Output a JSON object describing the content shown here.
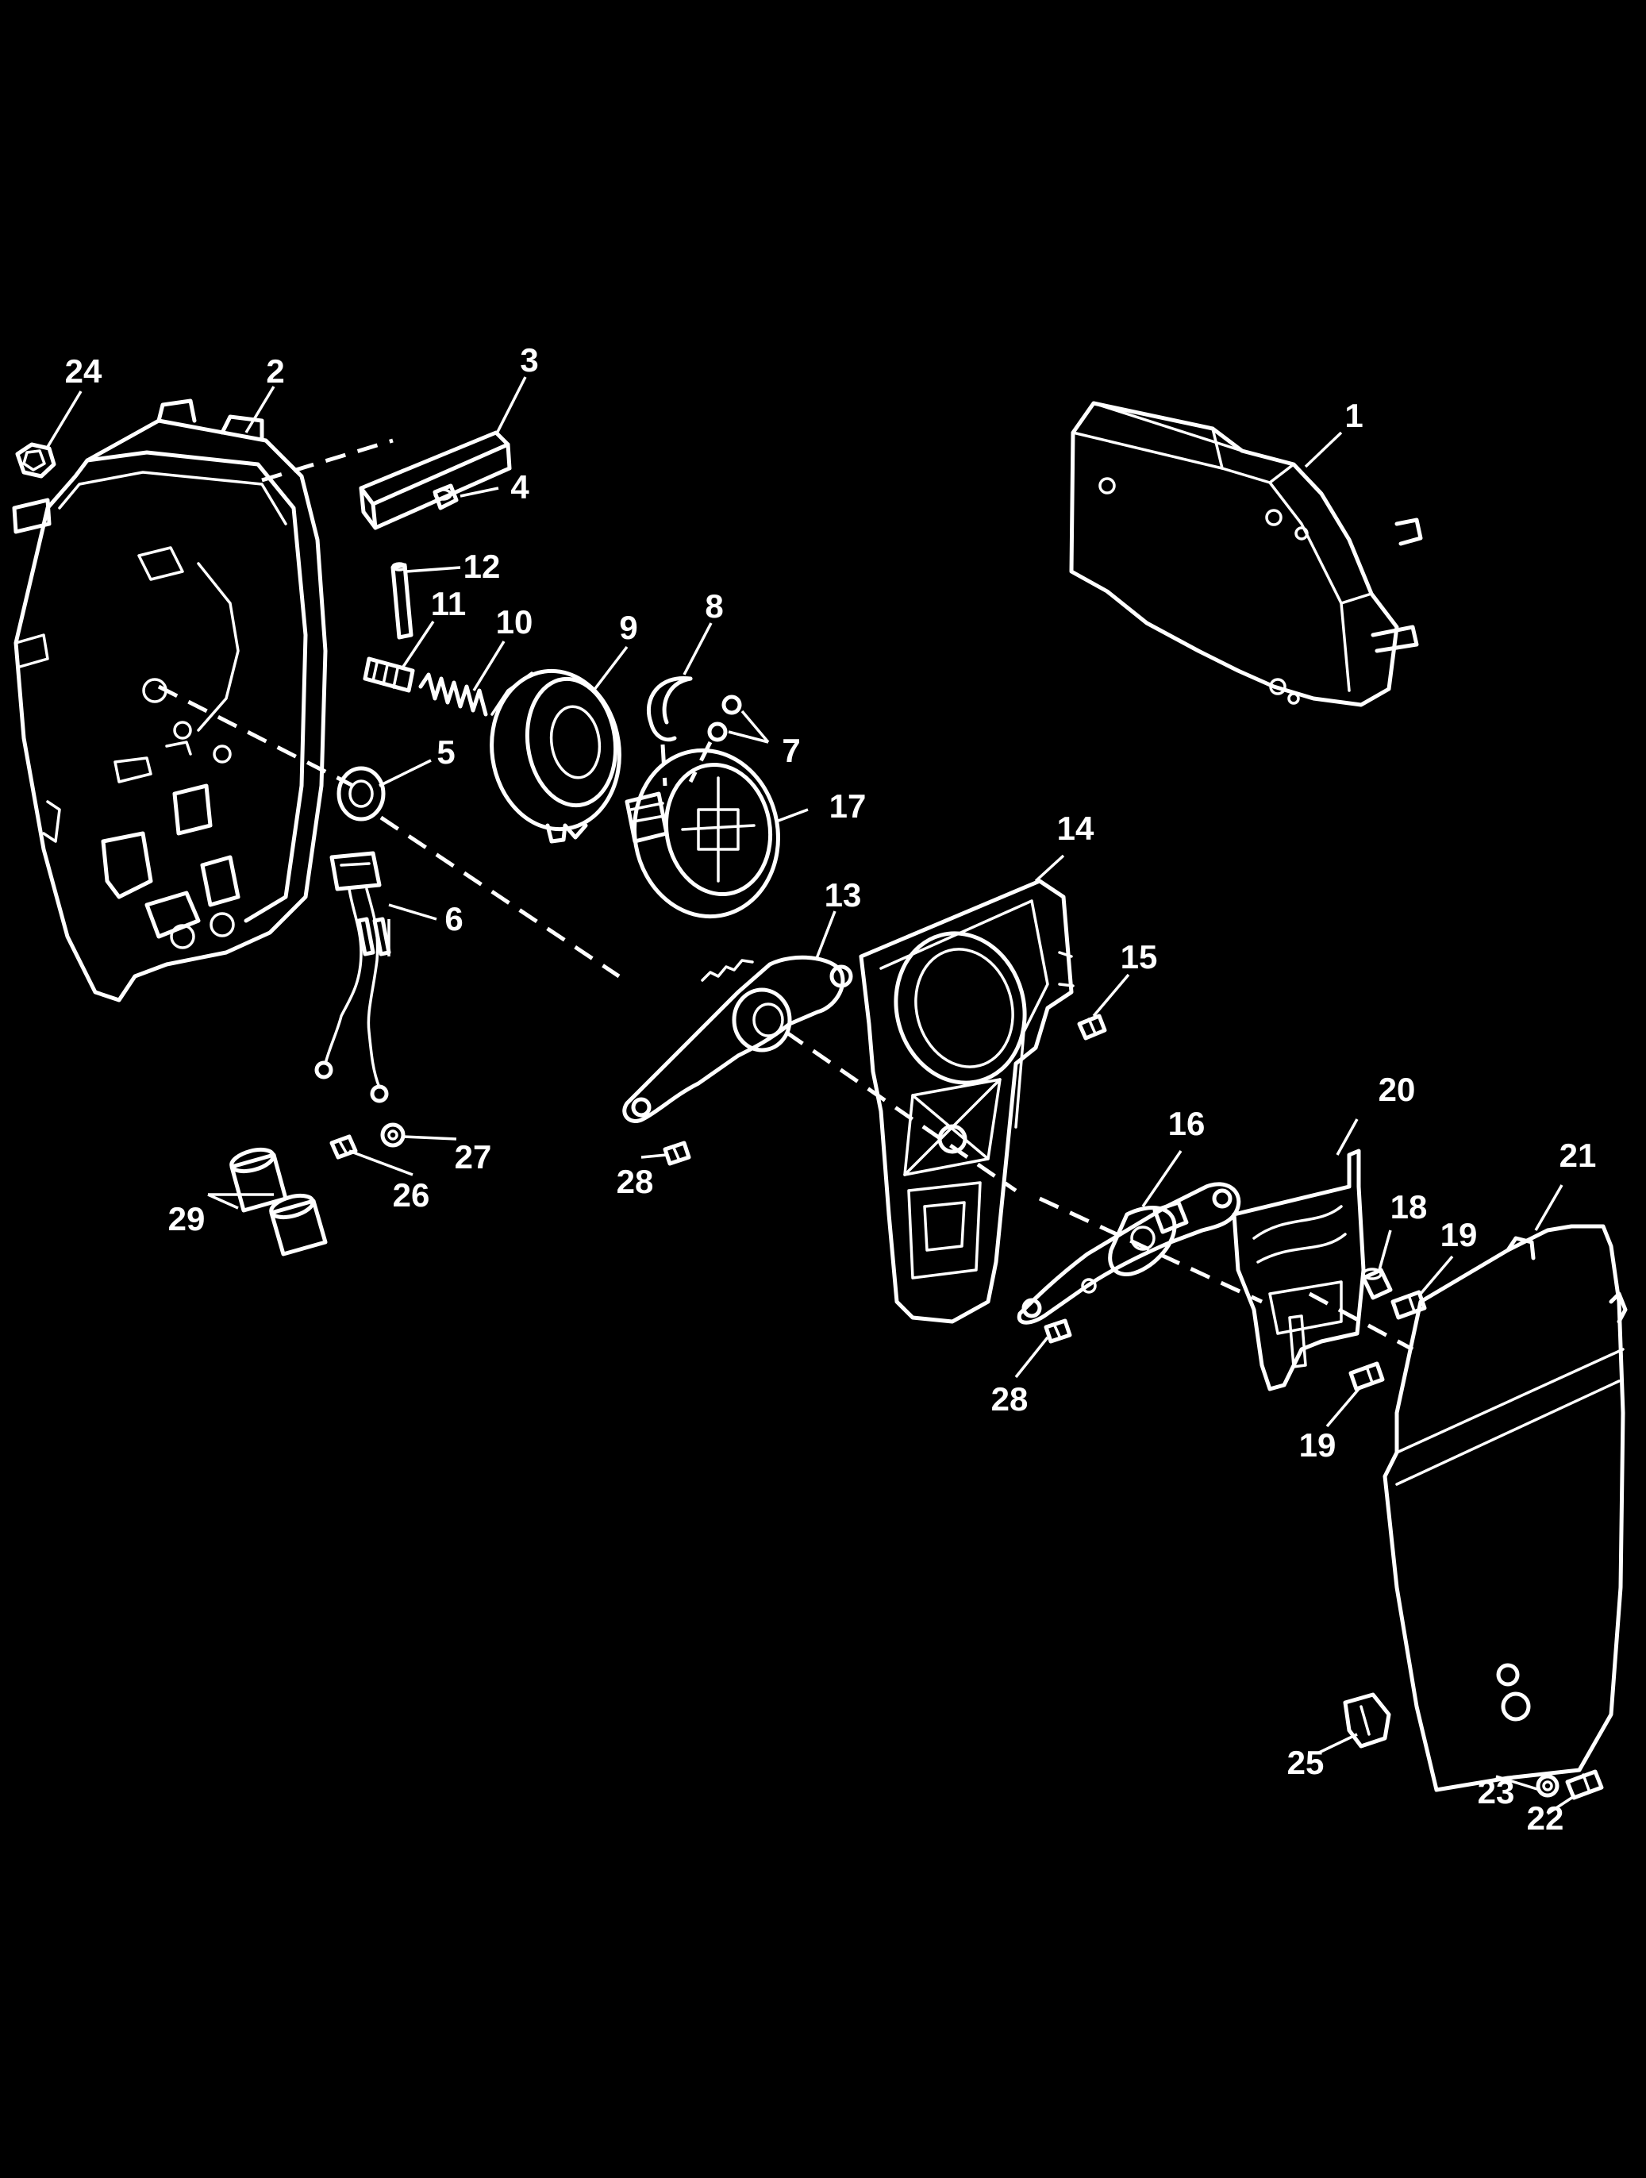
{
  "diagram": {
    "background": "#000000",
    "line_color": "#ffffff",
    "callouts": [
      {
        "key": "c1",
        "label": "1"
      },
      {
        "key": "c2",
        "label": "2"
      },
      {
        "key": "c3",
        "label": "3"
      },
      {
        "key": "c4",
        "label": "4"
      },
      {
        "key": "c5",
        "label": "5"
      },
      {
        "key": "c6",
        "label": "6"
      },
      {
        "key": "c7",
        "label": "7"
      },
      {
        "key": "c8",
        "label": "8"
      },
      {
        "key": "c9",
        "label": "9"
      },
      {
        "key": "c10",
        "label": "10"
      },
      {
        "key": "c11",
        "label": "11"
      },
      {
        "key": "c12",
        "label": "12"
      },
      {
        "key": "c13",
        "label": "13"
      },
      {
        "key": "c14",
        "label": "14"
      },
      {
        "key": "c15",
        "label": "15"
      },
      {
        "key": "c16",
        "label": "16"
      },
      {
        "key": "c17",
        "label": "17"
      },
      {
        "key": "c18",
        "label": "18"
      },
      {
        "key": "c19a",
        "label": "19"
      },
      {
        "key": "c19b",
        "label": "19"
      },
      {
        "key": "c20",
        "label": "20"
      },
      {
        "key": "c21",
        "label": "21"
      },
      {
        "key": "c22",
        "label": "22"
      },
      {
        "key": "c23",
        "label": "23"
      },
      {
        "key": "c24",
        "label": "24"
      },
      {
        "key": "c25",
        "label": "25"
      },
      {
        "key": "c26",
        "label": "26"
      },
      {
        "key": "c27",
        "label": "27"
      },
      {
        "key": "c28a",
        "label": "28"
      },
      {
        "key": "c28b",
        "label": "28"
      },
      {
        "key": "c29",
        "label": "29"
      }
    ]
  }
}
